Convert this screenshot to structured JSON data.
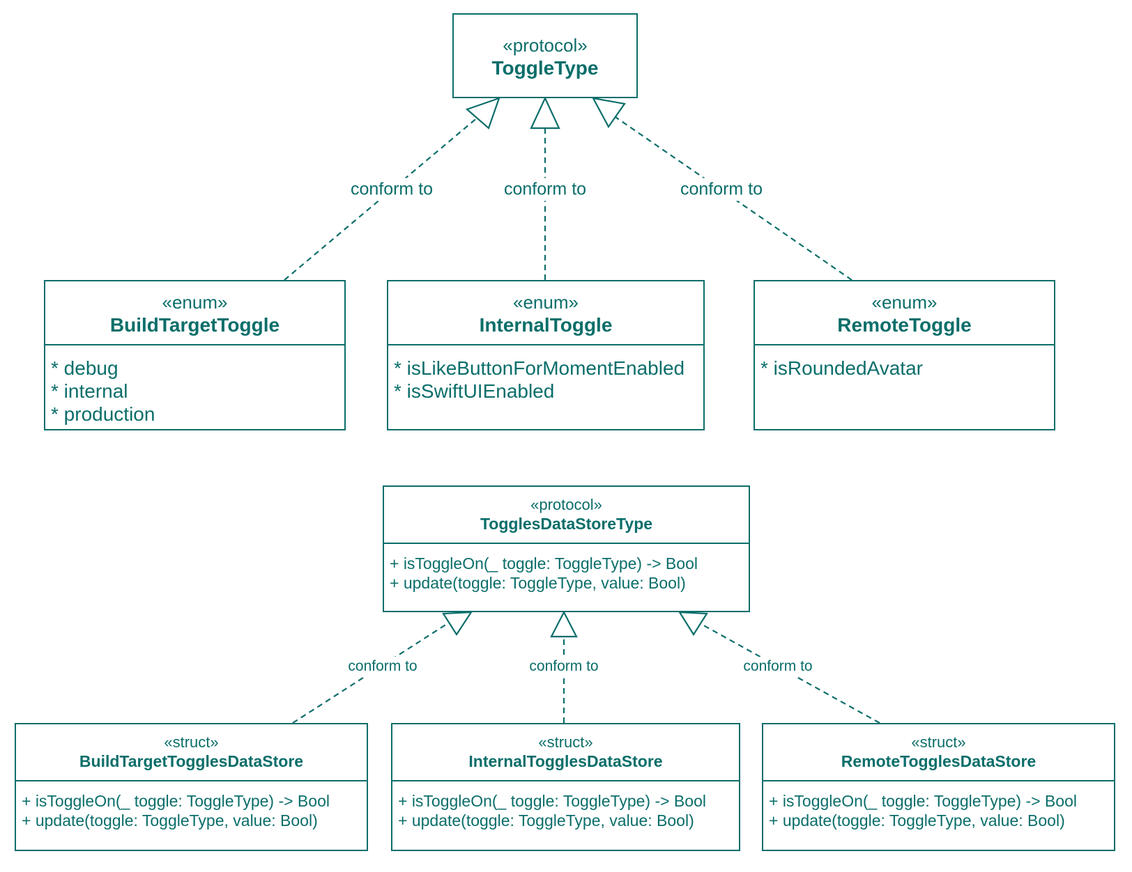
{
  "colors": {
    "stroke": "#0b6e6a",
    "background": "#ffffff"
  },
  "protocol_toggle_type": {
    "stereotype": "«protocol»",
    "name": "ToggleType"
  },
  "enums": [
    {
      "stereotype": "«enum»",
      "name": "BuildTargetToggle",
      "members": [
        "* debug",
        "* internal",
        "* production"
      ]
    },
    {
      "stereotype": "«enum»",
      "name": "InternalToggle",
      "members": [
        "* isLikeButtonForMomentEnabled",
        "* isSwiftUIEnabled"
      ]
    },
    {
      "stereotype": "«enum»",
      "name": "RemoteToggle",
      "members": [
        "* isRoundedAvatar"
      ]
    }
  ],
  "protocol_store": {
    "stereotype": "«protocol»",
    "name": "TogglesDataStoreType",
    "members": [
      "+ isToggleOn(_ toggle: ToggleType) -> Bool",
      "+ update(toggle: ToggleType, value: Bool)"
    ]
  },
  "structs": [
    {
      "stereotype": "«struct»",
      "name": "BuildTargetTogglesDataStore",
      "members": [
        "+ isToggleOn(_ toggle: ToggleType) -> Bool",
        "+ update(toggle: ToggleType, value: Bool)"
      ]
    },
    {
      "stereotype": "«struct»",
      "name": "InternalTogglesDataStore",
      "members": [
        "+ isToggleOn(_ toggle: ToggleType) -> Bool",
        "+ update(toggle: ToggleType, value: Bool)"
      ]
    },
    {
      "stereotype": "«struct»",
      "name": "RemoteTogglesDataStore",
      "members": [
        "+ isToggleOn(_ toggle: ToggleType) -> Bool",
        "+ update(toggle: ToggleType, value: Bool)"
      ]
    }
  ],
  "edge_labels": {
    "top": [
      "conform to",
      "conform to",
      "conform to"
    ],
    "bottom": [
      "conform to",
      "conform to",
      "conform to"
    ]
  }
}
